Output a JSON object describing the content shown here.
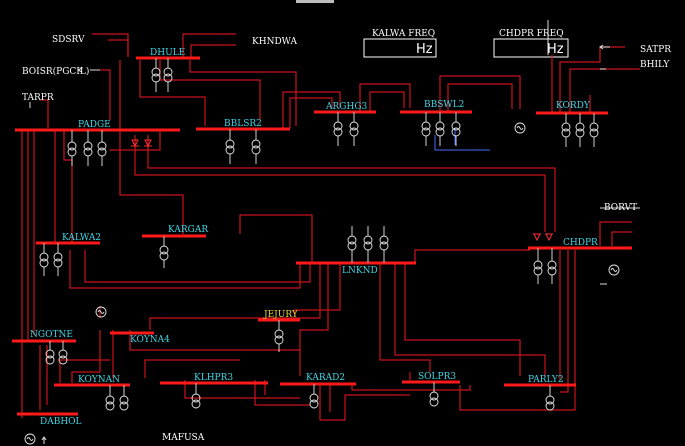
{
  "title_bar": "",
  "meters": [
    {
      "label": "KALWA FREQ",
      "unit": "Hz"
    },
    {
      "label": "CHDPR FREQ",
      "unit": "Hz"
    }
  ],
  "external_labels": {
    "sdsrv": "SDSRV",
    "khndwa": "KHNDWA",
    "boisr": "BOISR(PGCIL)",
    "tarpr": "TARPR",
    "satpr": "SATPR",
    "bhily": "BHILY",
    "borvt": "BORVT",
    "mafusa": "MAFUSA"
  },
  "buses": {
    "dhule": "DHULE",
    "padge": "PADGE",
    "bblsr2": "BBLSR2",
    "arghg3": "ARGHG3",
    "bbswl2": "BBSWL2",
    "kordy": "KORDY",
    "kalwa2": "KALWA2",
    "kargar": "KARGAR",
    "lnknd": "LNKND",
    "chdpr": "CHDPR",
    "jejury": "JEJURY",
    "ngotne": "NGOTNE",
    "koyna4": "KOYNA4",
    "koynan": "KOYNAN",
    "klhpr3": "KLHPR3",
    "karad2": "KARAD2",
    "solpr3": "SOLPR3",
    "parly2": "PARLY2",
    "dabhol": "DABHOL"
  },
  "colors": {
    "background": "#000000",
    "bus": "#ff1a1a",
    "line": "#c8141e",
    "bus_label": "#3fd6e6",
    "jejury_label": "#e6d23f",
    "text": "#ffffff"
  }
}
